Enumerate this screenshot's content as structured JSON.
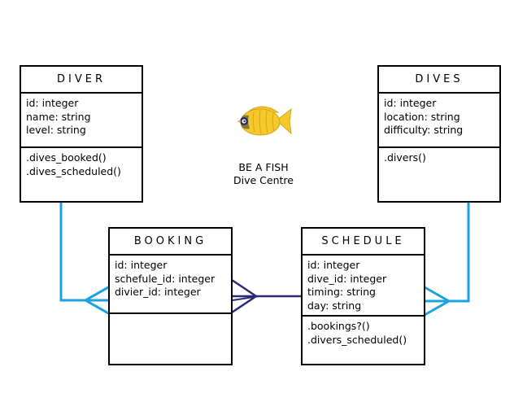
{
  "classes": {
    "diver": {
      "name": "DIVER",
      "attributes": [
        "id: integer",
        "name: string",
        "level: string"
      ],
      "methods": [
        ".dives_booked()",
        ".dives_scheduled()"
      ]
    },
    "dives": {
      "name": "DIVES",
      "attributes": [
        "id: integer",
        "location: string",
        "difficulty: string"
      ],
      "methods": [
        ".divers()"
      ]
    },
    "booking": {
      "name": "BOOKING",
      "attributes": [
        "id: integer",
        "schefule_id: integer",
        "divier_id: integer"
      ],
      "methods": []
    },
    "schedule": {
      "name": "SCHEDULE",
      "attributes": [
        "id: integer",
        "dive_id: integer",
        "timing: string",
        "day: string"
      ],
      "methods": [
        ".bookings?()",
        ".divers_scheduled()"
      ]
    }
  },
  "logo": {
    "icon": "butterflyfish-icon",
    "line1": "BE A FISH",
    "line2": "Dive Centre"
  },
  "colors": {
    "connector_cyan": "#1aa3e0",
    "connector_navy": "#2b2a7a",
    "fish_yellow": "#f5c92a",
    "fish_dark": "#2c2c5a"
  }
}
